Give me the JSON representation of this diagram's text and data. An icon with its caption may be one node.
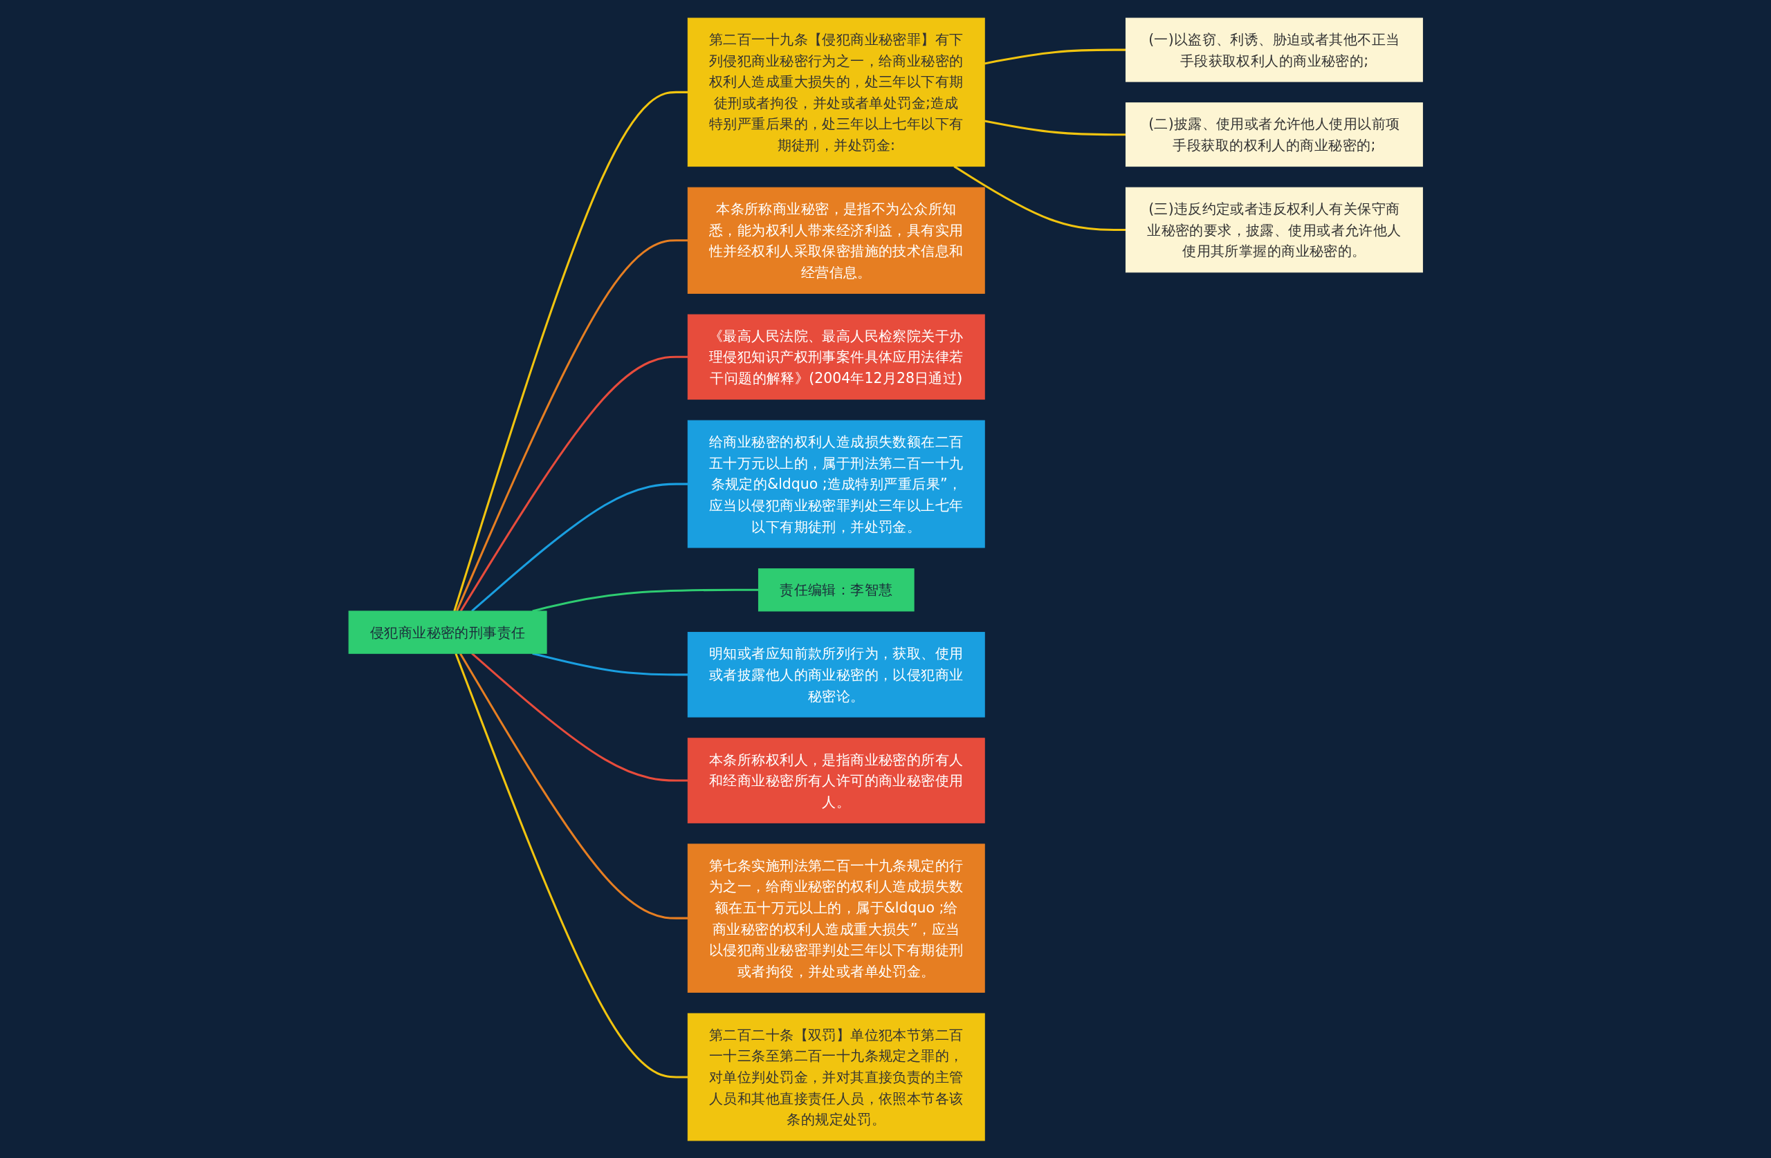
{
  "diagram": {
    "nodes": [
      {
        "text": [
          "侵犯商业秘密的刑事责任"
        ]
      },
      {
        "text": [
          "第二百一十九条【侵犯商业秘密罪】有下列侵犯商业秘密行为之一，给商业秘密的权利人造成重大损失的，处三年以下有期徒刑或者拘役，并处或者单处罚金;造成特别严重后果的，处三年以上七年以下有期徒刑，并处罚金:"
        ]
      },
      {
        "text": [
          "(一)以盗窃、利诱、胁迫或者其他不正当手段获取权利人的商业秘密的;"
        ]
      },
      {
        "text": [
          "(二)披露、使用或者允许他人使用以前项手段获取的权利人的商业秘密的;"
        ]
      },
      {
        "text": [
          "(三)违反约定或者违反权利人有关保守商业秘密的要求，披露、使用或者允许他人使用其所掌握的商业秘密的。"
        ]
      },
      {
        "text": [
          "本条所称商业秘密，是指不为公众所知悉，能为权利人带来经济利益，具有实用性并经权利人采取保密措施的技术信息和经营信息。"
        ]
      },
      {
        "text": [
          "《最高人民法院、最高人民检察院关于办理侵犯知识产权刑事案件具体应用法律若干问题的解释》(2004年12月28日通过)"
        ]
      },
      {
        "text": [
          "给商业秘密的权利人造成损失数额在二百五十万元以上的，属于刑法第二百一十九条规定的&ldquo ;造成特别严重后果”，应当以侵犯商业秘密罪判处三年以上七年以下有期徒刑，并处罚金。"
        ]
      },
      {
        "text": [
          "责任编辑：李智慧"
        ]
      },
      {
        "text": [
          "明知或者应知前款所列行为，获取、使用或者披露他人的商业秘密的，以侵犯商业秘密论。"
        ]
      },
      {
        "text": [
          "本条所称权利人，是指商业秘密的所有人和经商业秘密所有人许可的商业秘密使用人。"
        ]
      },
      {
        "text": [
          "第七条实施刑法第二百一十九条规定的行为之一，给商业秘密的权利人造成损失数额在五十万元以上的，属于&ldquo ;给商业秘密的权利人造成重大损失”，应当以侵犯商业秘密罪判处三年以下有期徒刑或者拘役，并处或者单处罚金。"
        ]
      },
      {
        "text": [
          "第二百二十条【双罚】单位犯本节第二百一十三条至第二百一十九条规定之罪的，对单位判处罚金，并对其直接负责的主管人员和其他直接责任人员，依照本节各该条的规定处罚。"
        ]
      }
    ],
    "edges": [
      {
        "from": 0,
        "to": 1,
        "arrow": "none"
      },
      {
        "from": 1,
        "to": 2,
        "arrow": "none"
      },
      {
        "from": 1,
        "to": 3,
        "arrow": "none"
      },
      {
        "from": 1,
        "to": 4,
        "arrow": "none"
      },
      {
        "from": 0,
        "to": 5,
        "arrow": "none",
        "color": "#e67e22"
      },
      {
        "from": 0,
        "to": 6,
        "arrow": "none",
        "color": "#e74c3c"
      },
      {
        "from": 0,
        "to": 7,
        "arrow": "none",
        "color": "#1a9fe0"
      },
      {
        "from": 0,
        "to": 8,
        "arrow": "none",
        "color": "#2ecc71"
      },
      {
        "from": 0,
        "to": 9,
        "arrow": "none",
        "color": "#1a9fe0"
      },
      {
        "from": 0,
        "to": 10,
        "arrow": "none",
        "color": "#e74c3c"
      },
      {
        "from": 0,
        "to": 11,
        "arrow": "none",
        "color": "#e67e22"
      },
      {
        "from": 0,
        "to": 12,
        "arrow": "none"
      }
    ]
  }
}
